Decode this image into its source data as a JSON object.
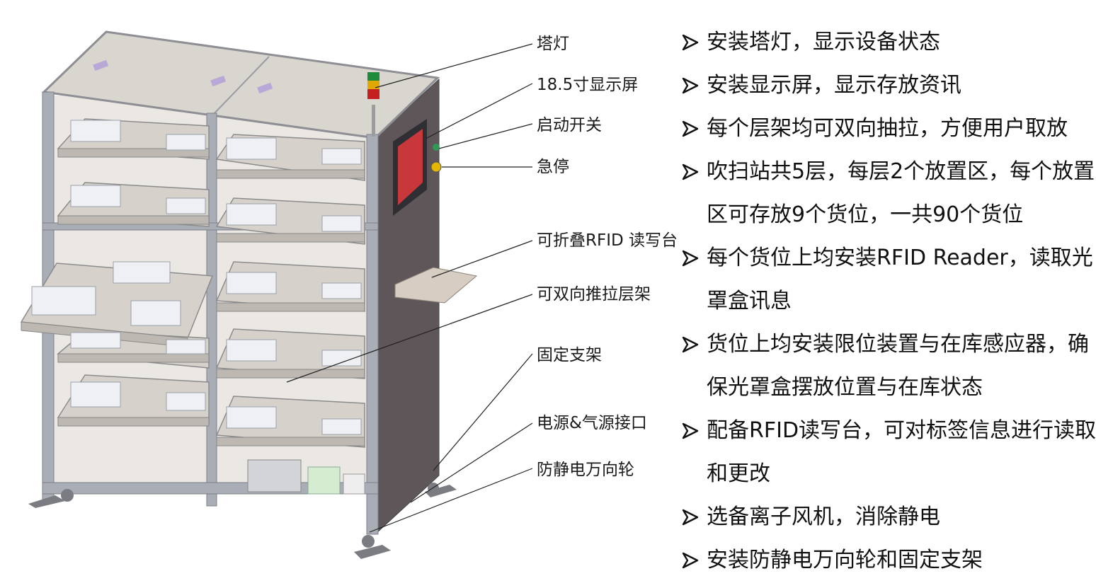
{
  "callouts": [
    {
      "id": "tower-light",
      "label": "塔灯"
    },
    {
      "id": "display",
      "label": "18.5寸显示屏"
    },
    {
      "id": "start-switch",
      "label": "启动开关"
    },
    {
      "id": "emergency-stop",
      "label": "急停"
    },
    {
      "id": "rfid-table",
      "label": "可折叠RFID 读写台"
    },
    {
      "id": "sliding-shelf",
      "label": "可双向推拉层架"
    },
    {
      "id": "fixed-bracket",
      "label": "固定支架"
    },
    {
      "id": "power-air",
      "label": "电源&气源接口"
    },
    {
      "id": "caster",
      "label": "防静电万向轮"
    }
  ],
  "features": [
    {
      "text": "安装塔灯，显示设备状态",
      "bullet": true
    },
    {
      "text": "安装显示屏，显示存放资讯",
      "bullet": true
    },
    {
      "text": "每个层架均可双向抽拉，方便用户取放",
      "bullet": true
    },
    {
      "text": "吹扫站共5层，每层2个放置区，每个放置",
      "bullet": true
    },
    {
      "text": "区可存放9个货位，一共90个货位",
      "bullet": false
    },
    {
      "text": "每个货位上均安装RFID Reader，读取光",
      "bullet": true
    },
    {
      "text": "罩盒讯息",
      "bullet": false
    },
    {
      "text": "货位上均安装限位装置与在库感应器，确",
      "bullet": true
    },
    {
      "text": "保光罩盒摆放位置与在库状态",
      "bullet": false
    },
    {
      "text": "配备RFID读写台，可对标签信息进行读取",
      "bullet": true
    },
    {
      "text": "和更改",
      "bullet": false
    },
    {
      "text": "选备离子风机，消除静电",
      "bullet": true
    },
    {
      "text": "安装防静电万向轮和固定支架",
      "bullet": true
    }
  ],
  "colors": {
    "frame": "#a9adb5",
    "top_panel": "#dcd8d3",
    "side_panel": "#5c5558",
    "shelf": "#d6d2cb",
    "screen": "#c8383a",
    "text": "#111111"
  }
}
